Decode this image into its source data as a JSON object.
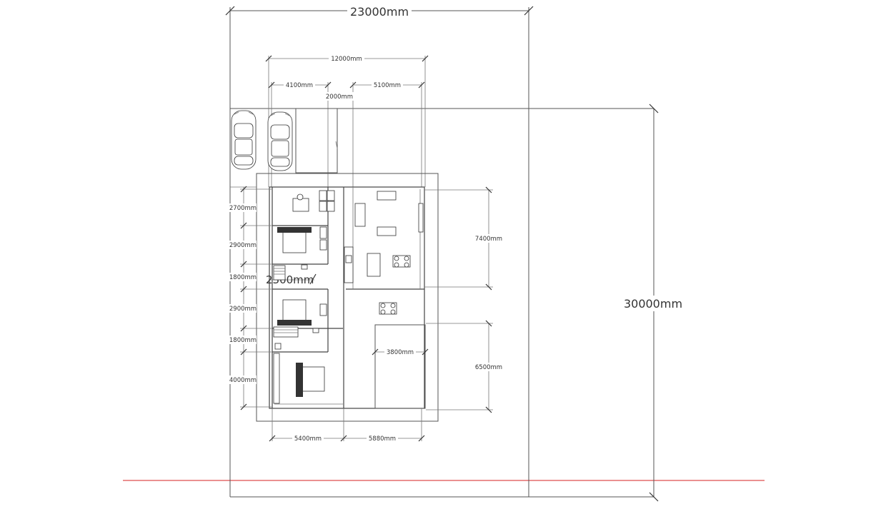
{
  "plan": {
    "overall_width": "23000mm",
    "overall_depth": "30000mm",
    "house_width": "12000mm",
    "seg_4100": "4100mm",
    "seg_2000": "2000mm",
    "seg_5100": "5100mm",
    "room_2700": "2700mm",
    "room_2900_a": "2900mm",
    "room_1800_a": "1800mm",
    "room_2900_b": "2900mm",
    "room_1800_b": "1800mm",
    "room_4000": "4000mm",
    "corridor_2300": "2300mm",
    "living_7400": "7400mm",
    "garage_6500": "6500mm",
    "garage_3800": "3800mm",
    "bottom_5400": "5400mm",
    "bottom_5880": "5880mm"
  },
  "colors": {
    "baseline": "#d62020",
    "lines": "#555555"
  }
}
